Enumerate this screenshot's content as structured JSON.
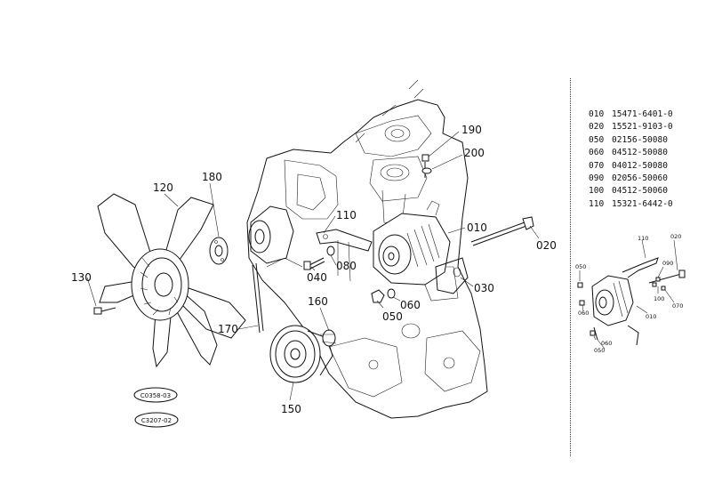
{
  "callouts": {
    "c010": "010",
    "c020": "020",
    "c030": "030",
    "c040": "040",
    "c050": "050",
    "c060": "060",
    "c080": "080",
    "c110": "110",
    "c120": "120",
    "c130": "130",
    "c150": "150",
    "c160": "160",
    "c170": "170",
    "c180": "180",
    "c190": "190",
    "c200": "200"
  },
  "references": {
    "ref1": "C0358-03",
    "ref2": "C3207-02"
  },
  "parts_list": [
    {
      "code": "010",
      "part": "15471-6401-0"
    },
    {
      "code": "020",
      "part": "15521-9103-0"
    },
    {
      "code": "050",
      "part": "02156-50080"
    },
    {
      "code": "060",
      "part": "04512-50080"
    },
    {
      "code": "070",
      "part": "04012-50080"
    },
    {
      "code": "090",
      "part": "02056-50060"
    },
    {
      "code": "100",
      "part": "04512-50060"
    },
    {
      "code": "110",
      "part": "15321-6442-0"
    }
  ],
  "inset_callouts": {
    "i110": "110",
    "i020": "020",
    "i050": "050",
    "i090": "090",
    "i060": "060",
    "i100": "100",
    "i010": "010",
    "i070": "070",
    "i060b": "060",
    "i050b": "050"
  }
}
